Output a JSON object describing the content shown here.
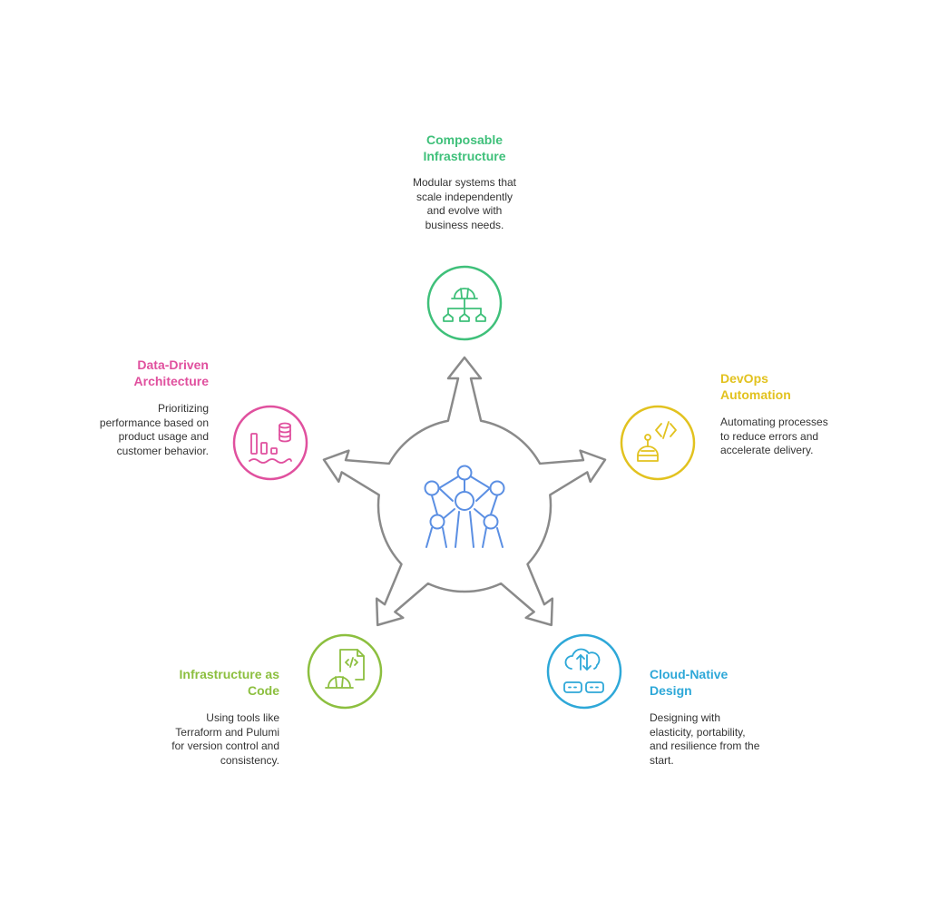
{
  "colors": {
    "hub": "#8a8a8a",
    "hub_icon": "#5b8fe3",
    "composable": "#3fc07a",
    "devops": "#e2c21f",
    "cloud": "#2ea8d8",
    "iac": "#8cbf3f",
    "data": "#e0509e"
  },
  "icons": {
    "hub": "atomium-network-icon",
    "composable": "hardhat-hierarchy-icon",
    "devops": "robot-code-icon",
    "cloud": "cloud-servers-icon",
    "iac": "hardhat-code-file-icon",
    "data": "chart-database-icon"
  },
  "nodes": {
    "composable": {
      "title_lines": [
        "Composable",
        "Infrastructure"
      ],
      "desc_lines": [
        "Modular systems that",
        "scale independently",
        "and evolve with",
        "business needs."
      ]
    },
    "devops": {
      "title_lines": [
        "DevOps",
        "Automation"
      ],
      "desc_lines": [
        "Automating processes",
        "to reduce errors and",
        "accelerate delivery."
      ]
    },
    "cloud": {
      "title_lines": [
        "Cloud-Native",
        "Design"
      ],
      "desc_lines": [
        "Designing with",
        "elasticity, portability,",
        "and resilience from the",
        "start."
      ]
    },
    "iac": {
      "title_lines": [
        "Infrastructure as",
        "Code"
      ],
      "desc_lines": [
        "Using tools like",
        "Terraform and Pulumi",
        "for version control and",
        "consistency."
      ]
    },
    "data": {
      "title_lines": [
        "Data-Driven",
        "Architecture"
      ],
      "desc_lines": [
        "Prioritizing",
        "performance based on",
        "product usage and",
        "customer behavior."
      ]
    }
  }
}
